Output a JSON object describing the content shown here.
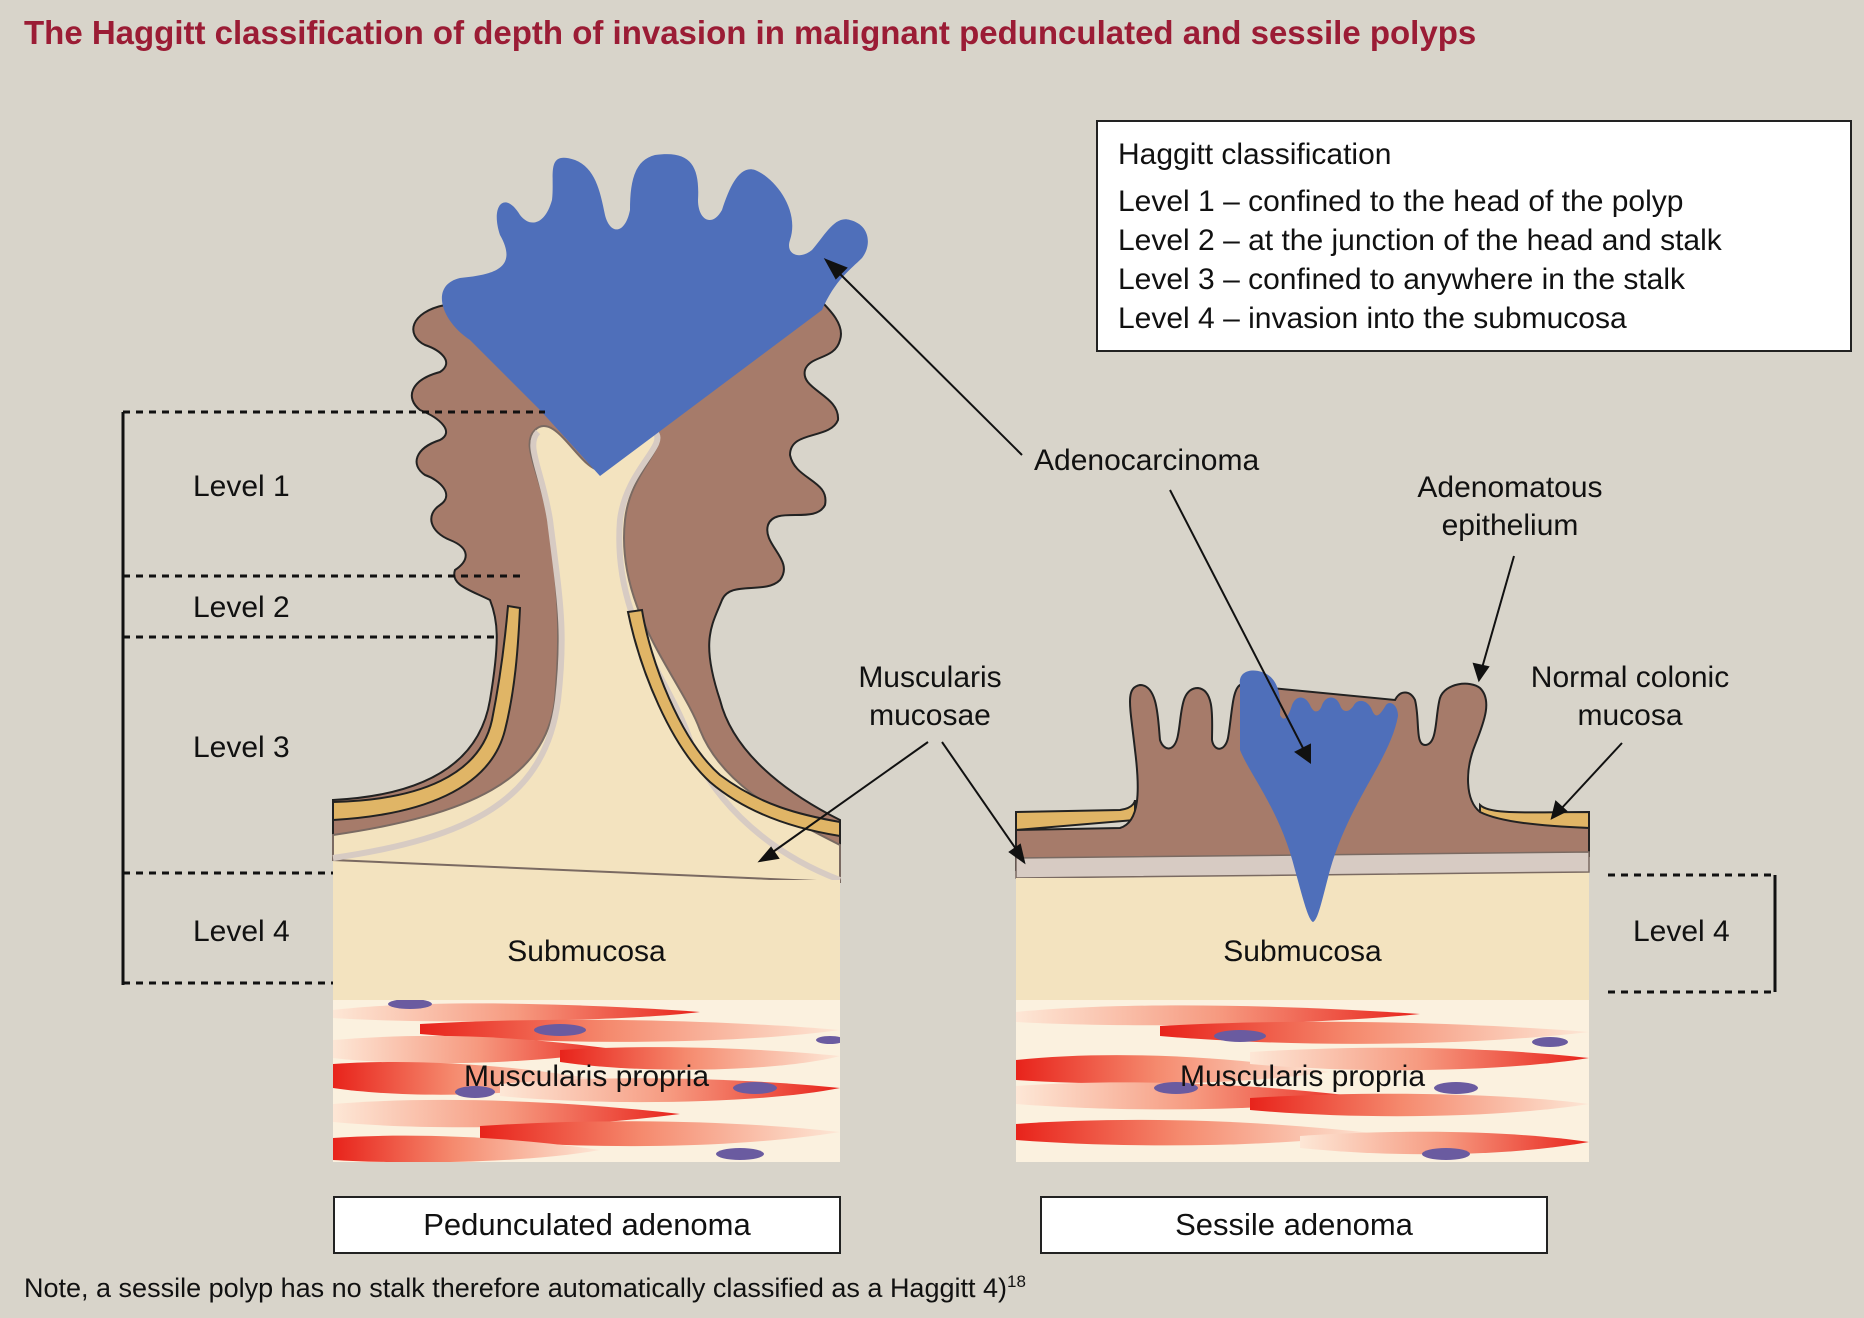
{
  "title": "The Haggitt classification of depth of invasion in malignant pedunculated and sessile polyps",
  "legend": {
    "heading": "Haggitt classification",
    "items": [
      "Level 1 – confined to the head of the polyp",
      "Level 2 – at the junction of the head and stalk",
      "Level 3 – confined to anywhere in the stalk",
      "Level 4 – invasion into the submucosa"
    ]
  },
  "labels": {
    "level1": "Level 1",
    "level2": "Level 2",
    "level3": "Level 3",
    "level4_left": "Level 4",
    "level4_right": "Level 4",
    "adenocarcinoma": "Adenocarcinoma",
    "adenomatous_line1": "Adenomatous",
    "adenomatous_line2": "epithelium",
    "muscularis_mucosae_line1": "Muscularis",
    "muscularis_mucosae_line2": "mucosae",
    "normal_mucosa_line1": "Normal colonic",
    "normal_mucosa_line2": "mucosa",
    "submucosa_left": "Submucosa",
    "submucosa_right": "Submucosa",
    "muscularis_propria_left": "Muscularis propria",
    "muscularis_propria_right": "Muscularis propria"
  },
  "captions": {
    "pedunculated": "Pedunculated adenoma",
    "sessile": "Sessile adenoma"
  },
  "note": {
    "text": "Note, a sessile polyp has no stalk therefore automatically classified as a Haggitt 4)",
    "ref": "18"
  },
  "colors": {
    "title": "#9b1c35",
    "background": "#d8d4ca",
    "adenocarcinoma": "#4f6fba",
    "adenomatous": "#a67b6a",
    "submucosa": "#f3e3bf",
    "muscularis_mucosae": "#e0b566",
    "muscle": "#e63b2c"
  }
}
